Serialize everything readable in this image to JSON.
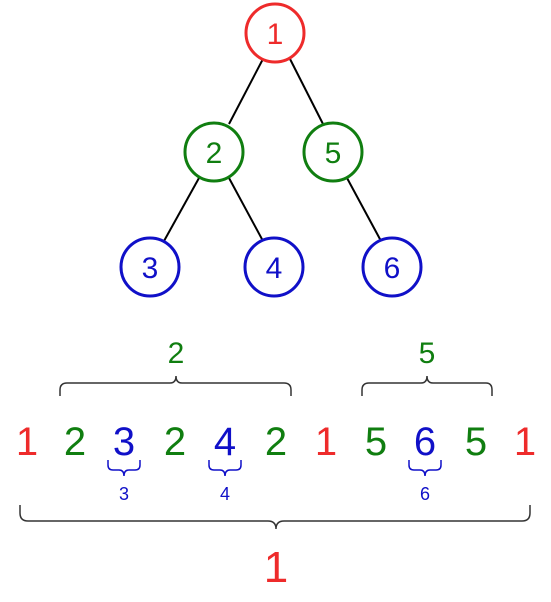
{
  "colors": {
    "red": "#ee2b2b",
    "green": "#107e10",
    "blue": "#1010c8",
    "edge": "#000000",
    "brace": "#333333"
  },
  "tree": {
    "nodes": [
      {
        "id": "1",
        "label": "1",
        "level": "root"
      },
      {
        "id": "2",
        "label": "2",
        "level": "child"
      },
      {
        "id": "5",
        "label": "5",
        "level": "child"
      },
      {
        "id": "3",
        "label": "3",
        "level": "leaf"
      },
      {
        "id": "4",
        "label": "4",
        "level": "leaf"
      },
      {
        "id": "6",
        "label": "6",
        "level": "leaf"
      }
    ],
    "edges": [
      [
        "1",
        "2"
      ],
      [
        "1",
        "5"
      ],
      [
        "2",
        "3"
      ],
      [
        "2",
        "4"
      ],
      [
        "5",
        "6"
      ]
    ]
  },
  "sequence": {
    "items": [
      {
        "label": "1",
        "level": "root"
      },
      {
        "label": "2",
        "level": "child"
      },
      {
        "label": "3",
        "level": "leaf"
      },
      {
        "label": "2",
        "level": "child"
      },
      {
        "label": "4",
        "level": "leaf"
      },
      {
        "label": "2",
        "level": "child"
      },
      {
        "label": "1",
        "level": "root"
      },
      {
        "label": "5",
        "level": "child"
      },
      {
        "label": "6",
        "level": "leaf"
      },
      {
        "label": "5",
        "level": "child"
      },
      {
        "label": "1",
        "level": "root"
      }
    ],
    "braces_above": [
      {
        "label": "2",
        "level": "child"
      },
      {
        "label": "5",
        "level": "child"
      }
    ],
    "braces_below_small": [
      {
        "label": "3",
        "level": "leaf"
      },
      {
        "label": "4",
        "level": "leaf"
      },
      {
        "label": "6",
        "level": "leaf"
      }
    ],
    "brace_bottom": {
      "label": "1",
      "level": "root"
    }
  }
}
